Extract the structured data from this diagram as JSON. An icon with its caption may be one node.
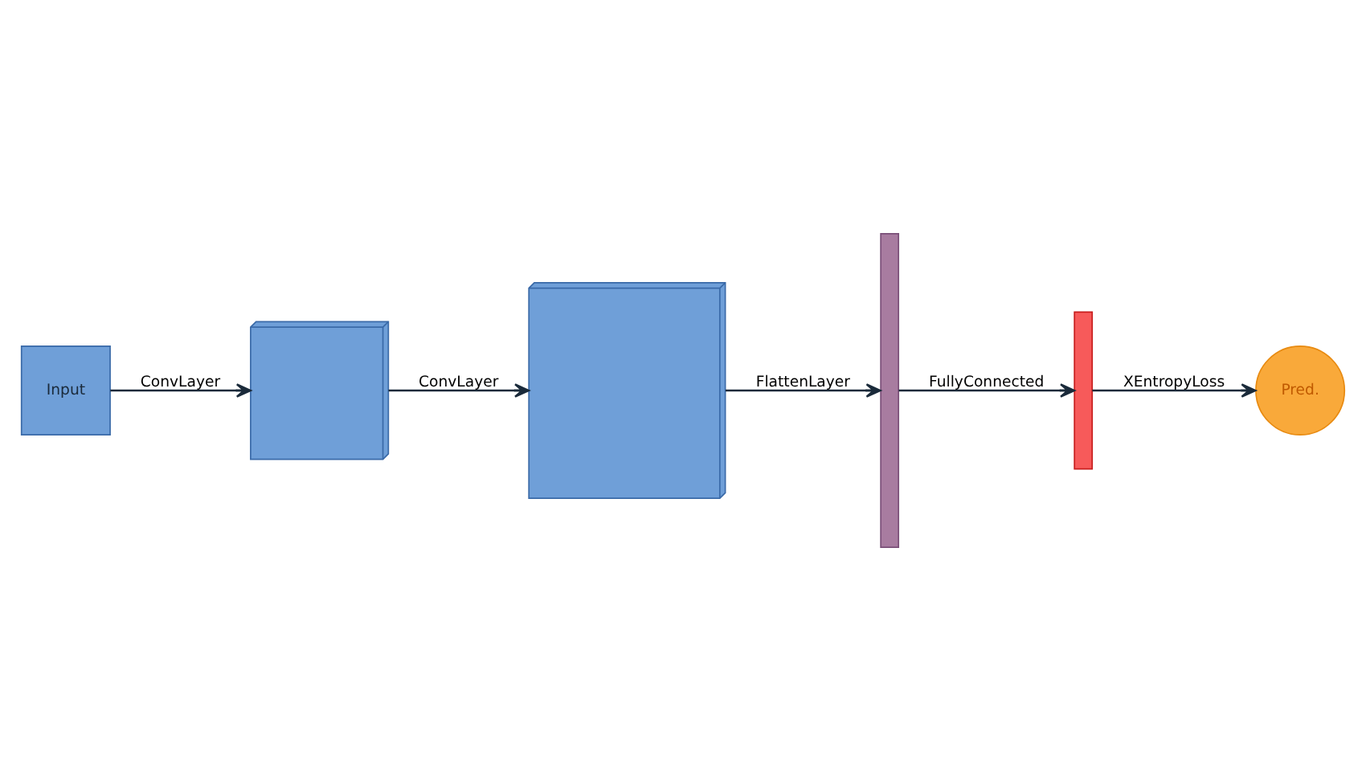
{
  "diagram": {
    "nodes": [
      {
        "text": [
          "Input"
        ]
      },
      {
        "text": [],
        "shape": "box"
      },
      {
        "text": [],
        "shape": "box"
      },
      {
        "text": [],
        "shape": "bar"
      },
      {
        "text": [],
        "shape": "bar"
      },
      {
        "text": [
          "Pred."
        ]
      }
    ],
    "edges": [
      {
        "from": 0,
        "to": 1,
        "arrow": "to",
        "label": "ConvLayer"
      },
      {
        "from": 1,
        "to": 2,
        "arrow": "to",
        "label": "ConvLayer"
      },
      {
        "from": 2,
        "to": 3,
        "arrow": "to",
        "label": "FlattenLayer"
      },
      {
        "from": 3,
        "to": 4,
        "arrow": "to",
        "label": "FullyConnected"
      },
      {
        "from": 4,
        "to": 5,
        "arrow": "to",
        "label": "XEntropyLoss"
      }
    ]
  }
}
